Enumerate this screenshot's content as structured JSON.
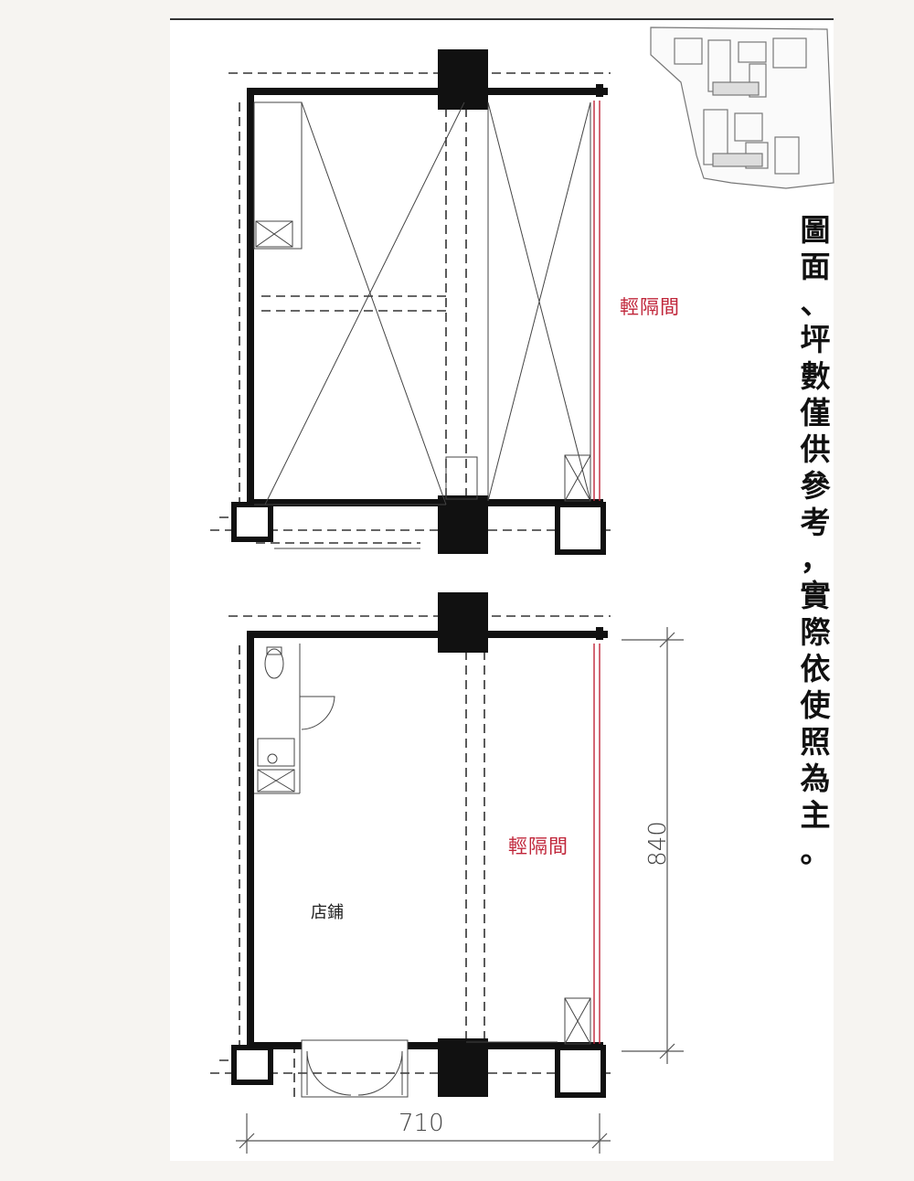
{
  "notice": {
    "chars": [
      "圖",
      "面",
      "、",
      "坪",
      "數",
      "僅",
      "供",
      "參",
      "考",
      "，",
      "實",
      "際",
      "依",
      "使",
      "照",
      "為",
      "主",
      "。"
    ]
  },
  "upper_plan": {
    "partition_label": "輕隔間"
  },
  "lower_plan": {
    "partition_label": "輕隔間",
    "room_label": "店鋪",
    "dimension_height": "840",
    "dimension_width": "710"
  },
  "colors": {
    "wall": "#111111",
    "partition": "#c0263a",
    "dashed": "#333333",
    "text": "#111111"
  }
}
